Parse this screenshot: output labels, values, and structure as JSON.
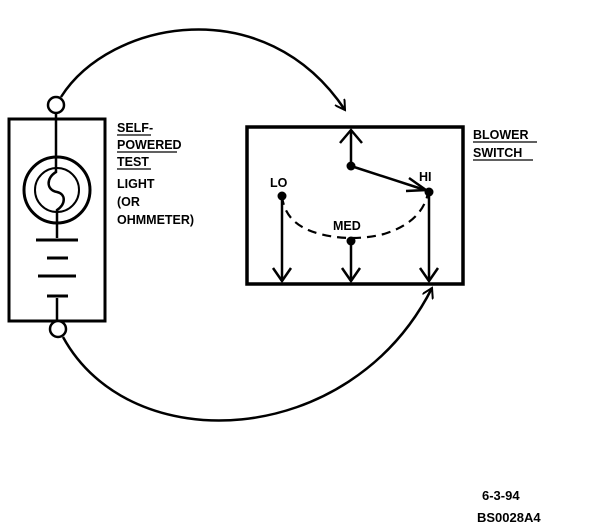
{
  "test_light_label": {
    "lines": [
      "SELF-",
      "POWERED",
      "TEST",
      "LIGHT",
      "(OR",
      "OHMMETER)"
    ]
  },
  "blower_switch_label": {
    "lines": [
      "BLOWER",
      "SWITCH"
    ]
  },
  "switch_positions": {
    "lo": "LO",
    "med": "MED",
    "hi": "HI"
  },
  "figure_ref": {
    "date": "6-3-94",
    "code": "BS0028A4"
  }
}
